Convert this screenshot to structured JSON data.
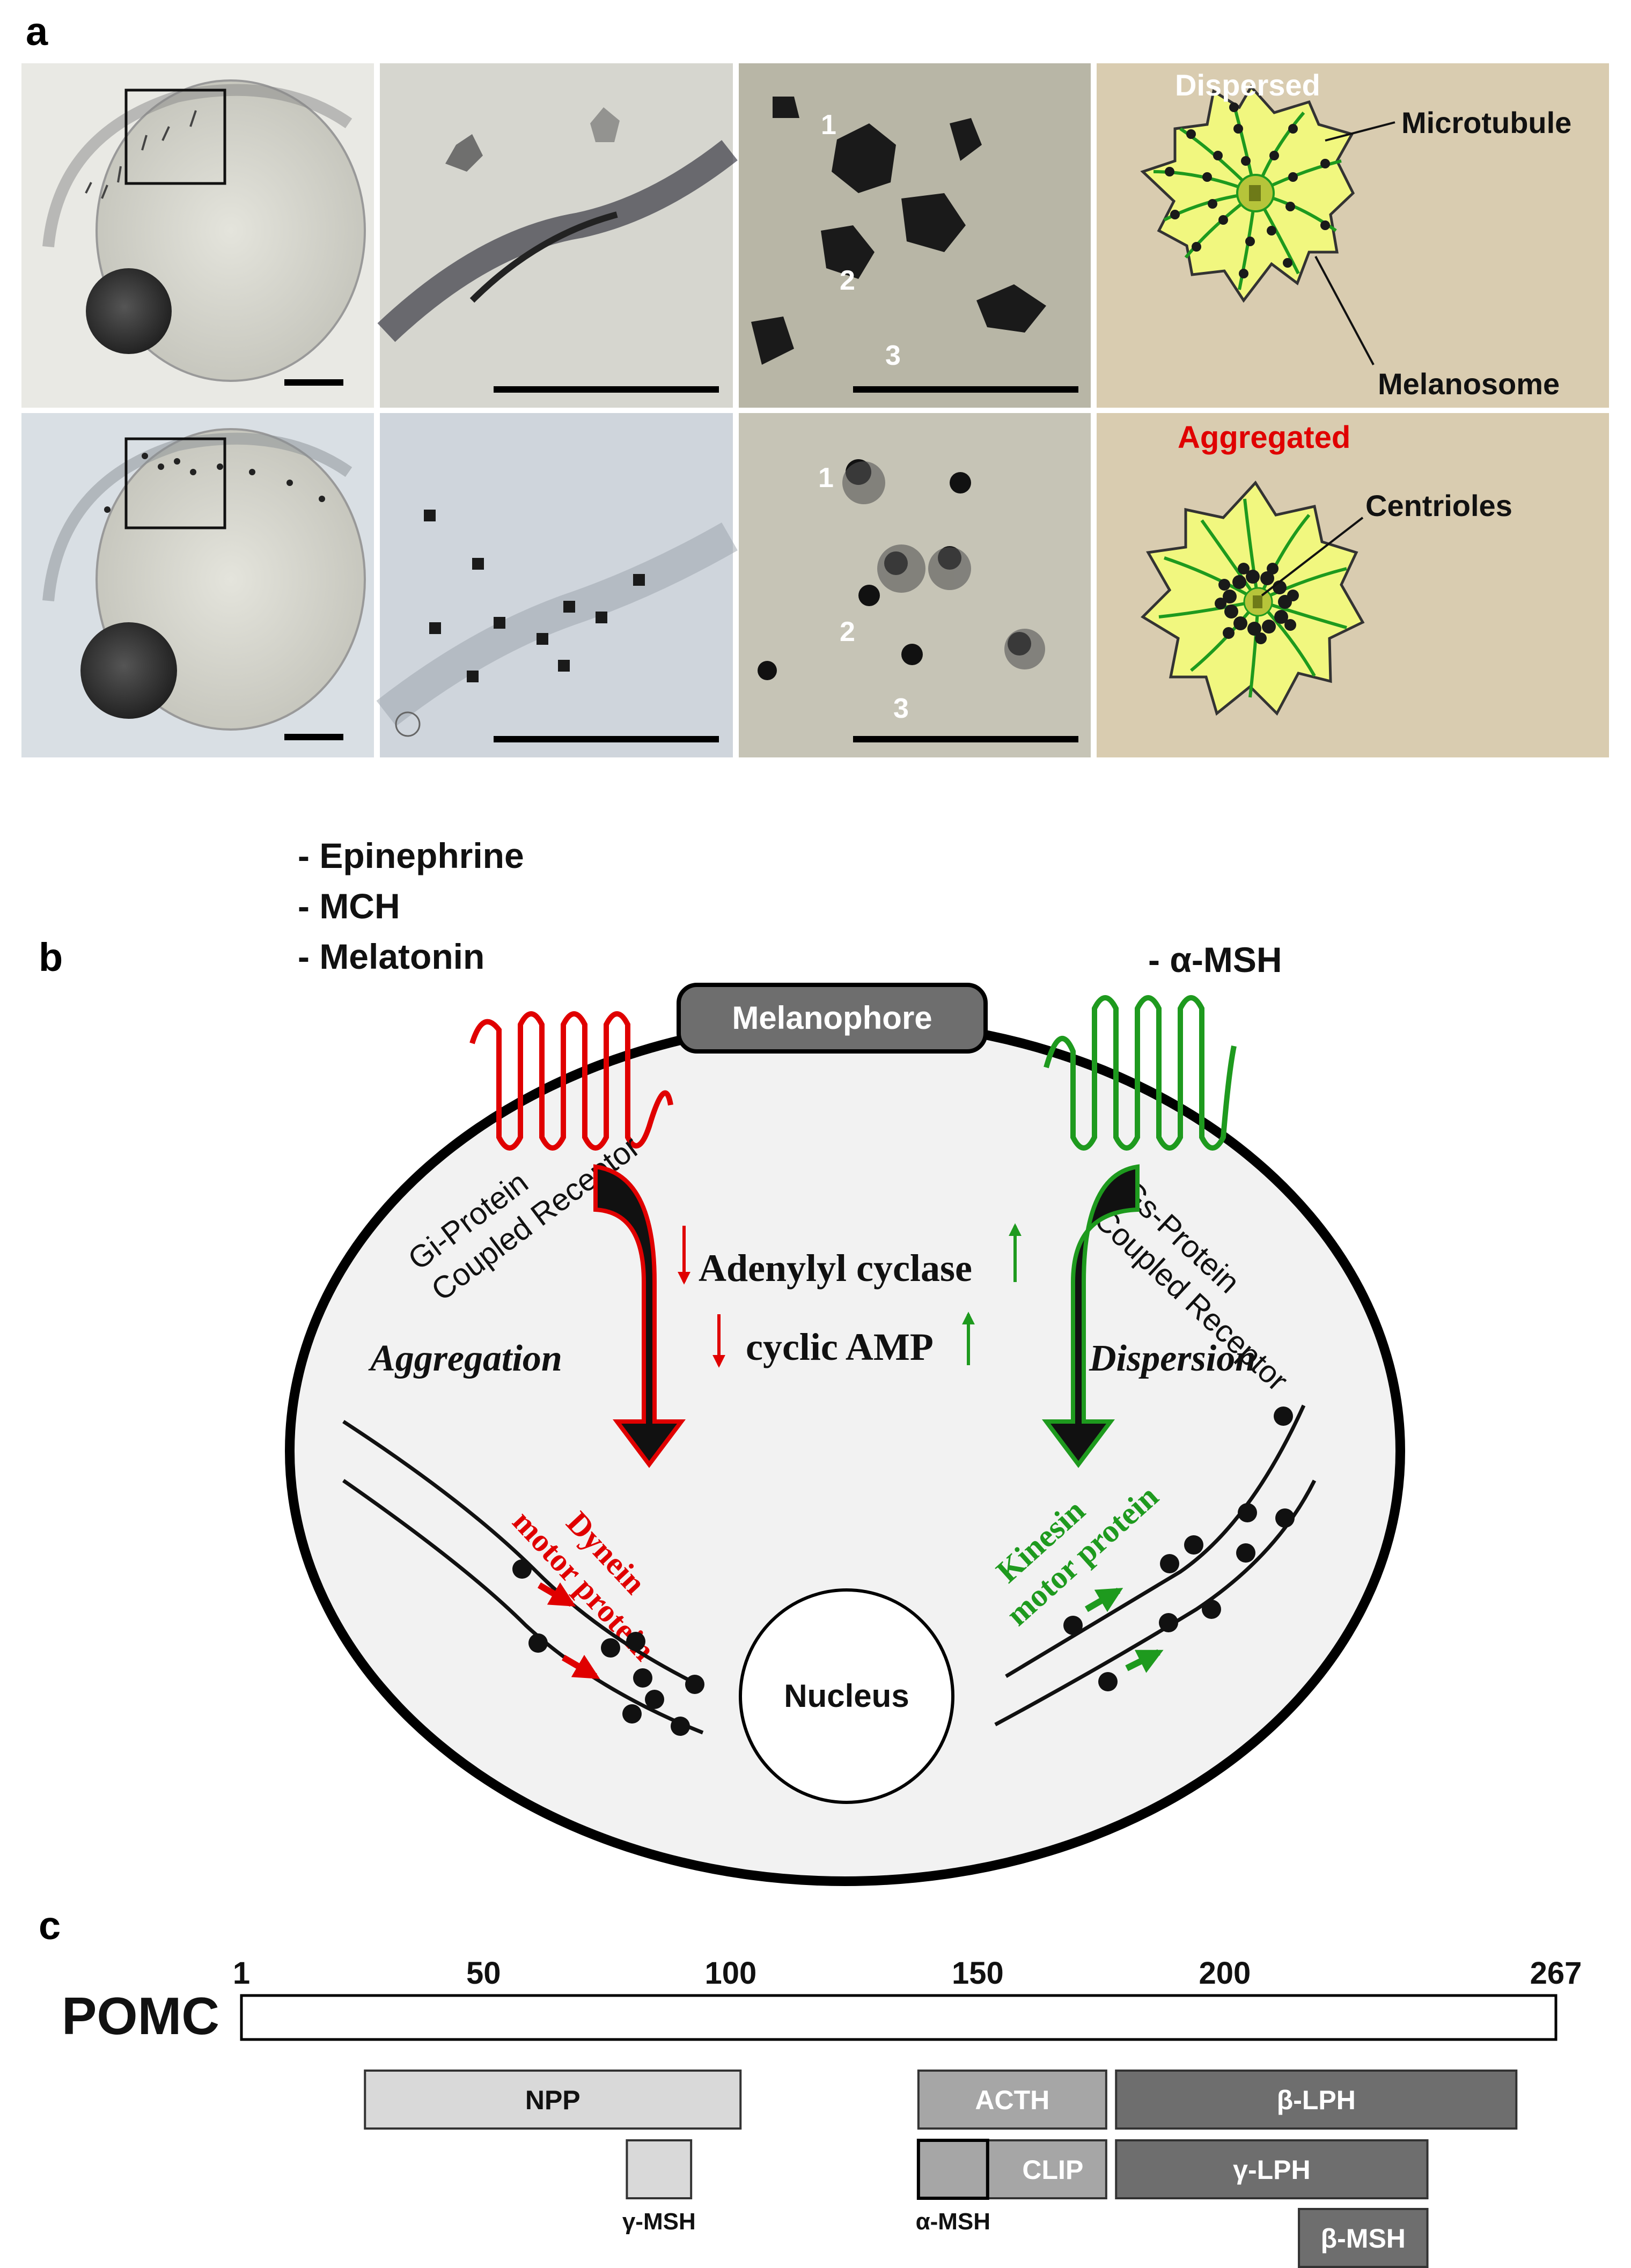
{
  "panels": {
    "a": {
      "label": "a",
      "cell_labels": [
        "1",
        "2",
        "3"
      ],
      "dispersed": {
        "title": "Dispersed",
        "microtubule": "Microtubule",
        "melanosome": "Melanosome"
      },
      "aggregated": {
        "title": "Aggregated",
        "centrioles": "Centrioles"
      },
      "colors": {
        "cell_fill": "#f1f77f",
        "microtubule": "#1e9a1e",
        "schematic_bg": "#d9ccb0",
        "aggregated_title": "#e00000",
        "dispersed_title": "#ffffff"
      }
    },
    "b": {
      "label": "b",
      "ligands_left": [
        "- Epinephrine",
        "- MCH",
        "- Melatonin"
      ],
      "ligand_right": "- α-MSH",
      "cell_name": "Melanophore",
      "gi_receptor": [
        "Gi-Protein",
        "Coupled Receptor"
      ],
      "gs_receptor": [
        "Gs-Protein",
        "Coupled Receptor"
      ],
      "adenylyl": "Adenylyl cyclase",
      "camp": "cyclic AMP",
      "aggregation": "Aggregation",
      "dispersion": "Dispersion",
      "dynein": [
        "Dynein",
        "motor protein"
      ],
      "kinesin": [
        "Kinesin",
        "motor protein"
      ],
      "nucleus": "Nucleus",
      "colors": {
        "gi": "#e00000",
        "gs": "#1e9a1e",
        "cell_fill": "#f2f2f2"
      }
    },
    "c": {
      "label": "c",
      "protein": "POMC",
      "ticks": [
        {
          "label": "1",
          "pos": 1
        },
        {
          "label": "50",
          "pos": 50
        },
        {
          "label": "100",
          "pos": 100
        },
        {
          "label": "150",
          "pos": 150
        },
        {
          "label": "200",
          "pos": 200
        },
        {
          "label": "267",
          "pos": 267
        }
      ],
      "segments": [
        {
          "name": "NPP",
          "start": 26,
          "end": 102,
          "row": 0,
          "shade": "light"
        },
        {
          "name": "ACTH",
          "start": 138,
          "end": 176,
          "row": 0,
          "shade": "mid"
        },
        {
          "name": "β-LPH",
          "start": 178,
          "end": 259,
          "row": 0,
          "shade": "dark"
        },
        {
          "name": "CLIP",
          "start": 152,
          "end": 176,
          "row": 1,
          "shade": "mid"
        },
        {
          "name": "γ-LPH",
          "start": 178,
          "end": 241,
          "row": 1,
          "shade": "dark"
        },
        {
          "name": "β-MSH",
          "start": 215,
          "end": 241,
          "row": 2,
          "shade": "dark"
        }
      ],
      "small_segments": [
        {
          "name": "γ-MSH",
          "start": 79,
          "end": 92
        },
        {
          "name": "α-MSH",
          "start": 138,
          "end": 152
        }
      ]
    }
  }
}
